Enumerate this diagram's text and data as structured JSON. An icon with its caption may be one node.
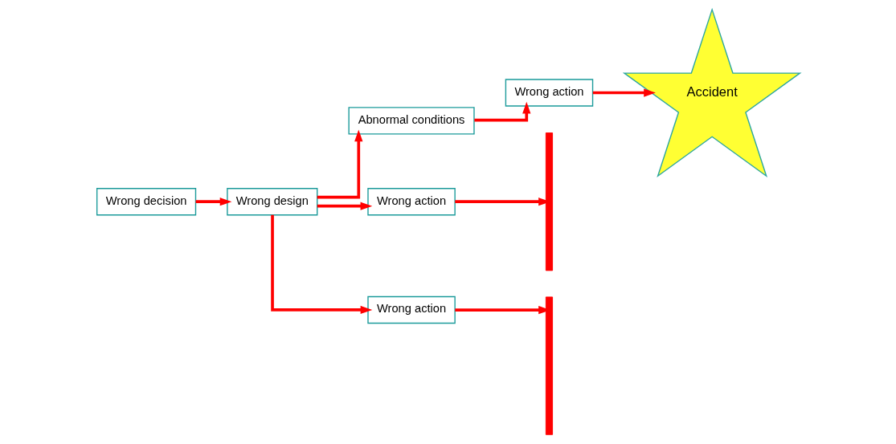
{
  "diagram": {
    "nodes": [
      {
        "text": [
          "Wrong decision"
        ]
      },
      {
        "text": [
          "Wrong design"
        ]
      },
      {
        "text": [
          "Abnormal conditions"
        ]
      },
      {
        "text": [
          "Wrong action"
        ]
      },
      {
        "text": [
          "Wrong action"
        ]
      },
      {
        "text": [
          "Wrong action"
        ]
      },
      {
        "text": [],
        "shape": "bar"
      },
      {
        "text": [],
        "shape": "bar"
      },
      {
        "text": [
          "Accident"
        ]
      }
    ],
    "edges": [
      {
        "from": 0,
        "to": 1,
        "arrow": "to"
      },
      {
        "from": 1,
        "to": 2,
        "arrow": "to"
      },
      {
        "from": 1,
        "to": 3,
        "arrow": "to"
      },
      {
        "from": 2,
        "to": 4,
        "arrow": "to"
      },
      {
        "from": 1,
        "to": 5,
        "arrow": "to"
      },
      {
        "from": 3,
        "to": 6,
        "arrow": "to"
      },
      {
        "from": 4,
        "to": 8,
        "arrow": "to"
      },
      {
        "from": 5,
        "to": 7,
        "arrow": "to"
      }
    ]
  }
}
